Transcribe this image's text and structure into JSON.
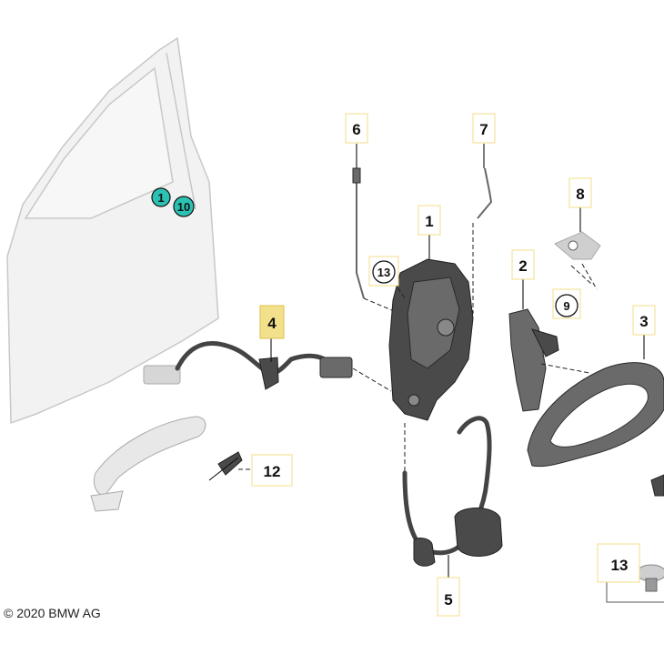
{
  "copyright": "© 2020 BMW AG",
  "labels": {
    "l1": "1",
    "l2": "2",
    "l3": "3",
    "l4": "4",
    "l5": "5",
    "l6": "6",
    "l7": "7",
    "l8": "8",
    "l9": "9",
    "l12": "12",
    "l13": "13",
    "c13": "13",
    "door1": "1",
    "door10": "10"
  }
}
